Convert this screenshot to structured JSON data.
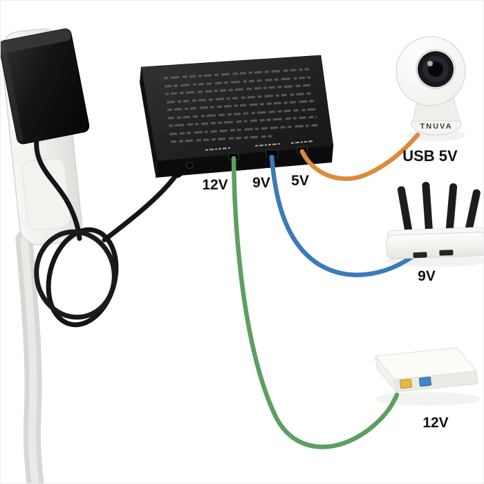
{
  "labels": {
    "ups_port_12v": "12V",
    "ups_port_9v": "9V",
    "ups_port_5v": "5V",
    "camera_power": "USB 5V",
    "camera_brand": "TNUVA",
    "router_power": "9V",
    "modem_power": "12V"
  },
  "colors": {
    "cable_black": "#151515",
    "cable_green": "#5ca061",
    "cable_blue": "#3d7ab8",
    "cable_orange": "#dd8a3d",
    "ups_body": "#1e1e1e",
    "modem_port_yellow": "#e5bb3e",
    "modem_port_blue": "#3e86c8"
  }
}
